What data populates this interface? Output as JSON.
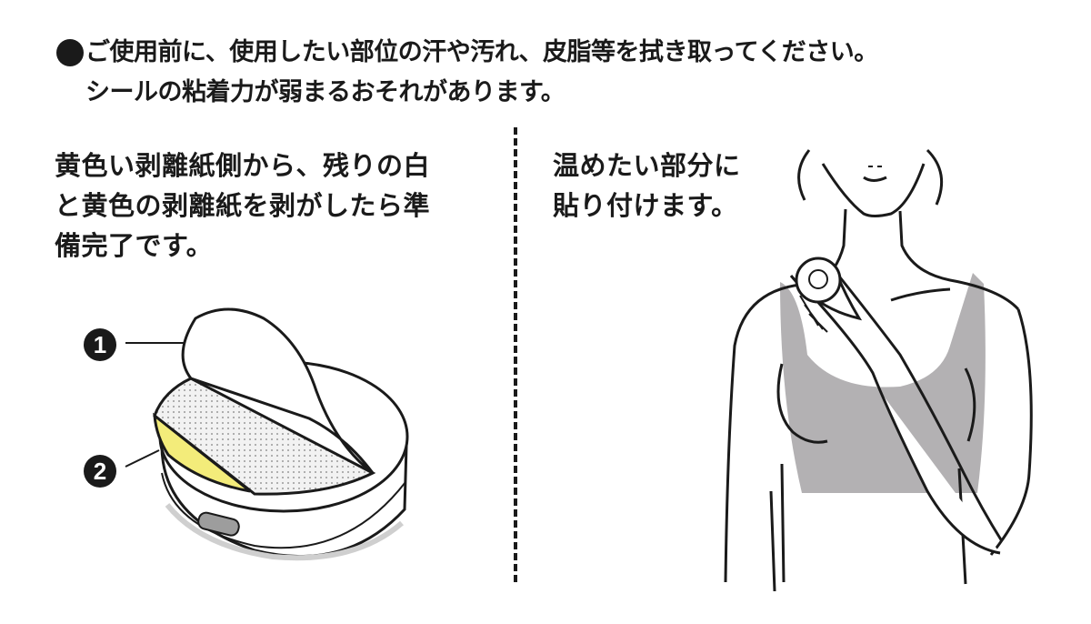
{
  "notice": {
    "bullet_icon": "black-circle-bullet",
    "line1": "ご使用前に、使用したい部位の汗や汚れ、皮脂等を拭き取ってください。",
    "line2": "シールの粘着力が弱まるおそれがあります。"
  },
  "step1": {
    "lines": [
      "黄色い剥離紙側から、残りの白",
      "と黄色の剥離紙を剥がしたら準",
      "備完了です。"
    ],
    "labels": {
      "one": "1",
      "two": "2"
    }
  },
  "step2": {
    "lines": [
      "温めたい部分に",
      "貼り付けます。"
    ]
  },
  "colors": {
    "text": "#1a1a1a",
    "yellow_liner": "#f3ec7a",
    "garment_gray": "#b3b1b3",
    "dotted_pad": "#e9e9e9"
  }
}
